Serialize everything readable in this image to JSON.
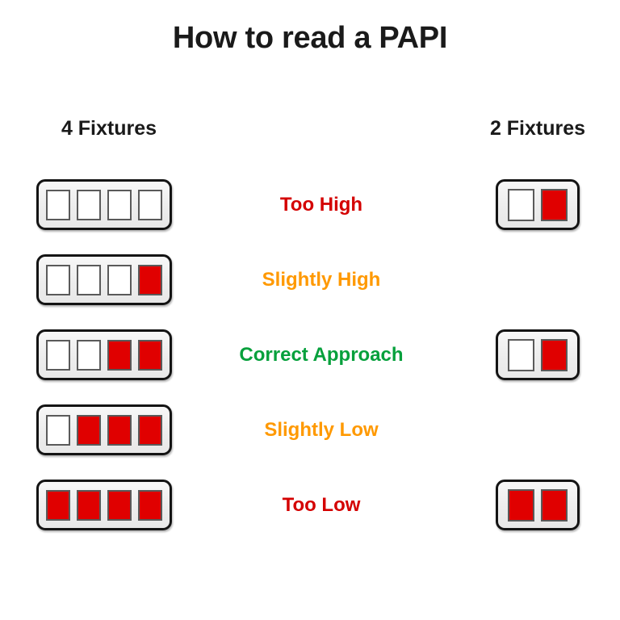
{
  "title": "How to read a PAPI",
  "columns": {
    "left_header": "4 Fixtures",
    "right_header": "2 Fixtures"
  },
  "colors": {
    "red_light": "#e00000",
    "white_light": "#ffffff",
    "housing": "#efefef",
    "housing_border": "#141414",
    "label_too_high": "#d40000",
    "label_slightly_high": "#ff9900",
    "label_correct": "#06a03c",
    "label_slightly_low": "#ff9900",
    "label_too_low": "#d40000",
    "title_color": "#1a1a1a"
  },
  "rows": [
    {
      "label": "Too High",
      "label_color": "#d40000",
      "four_fixtures": [
        "white",
        "white",
        "white",
        "white"
      ],
      "two_fixtures": [
        "white",
        "red"
      ]
    },
    {
      "label": "Slightly High",
      "label_color": "#ff9900",
      "four_fixtures": [
        "white",
        "white",
        "white",
        "red"
      ],
      "two_fixtures": null
    },
    {
      "label": "Correct Approach",
      "label_color": "#06a03c",
      "four_fixtures": [
        "white",
        "white",
        "red",
        "red"
      ],
      "two_fixtures": [
        "white",
        "red"
      ]
    },
    {
      "label": "Slightly Low",
      "label_color": "#ff9900",
      "four_fixtures": [
        "white",
        "red",
        "red",
        "red"
      ],
      "two_fixtures": null
    },
    {
      "label": "Too Low",
      "label_color": "#d40000",
      "four_fixtures": [
        "red",
        "red",
        "red",
        "red"
      ],
      "two_fixtures": [
        "red",
        "red"
      ]
    }
  ]
}
